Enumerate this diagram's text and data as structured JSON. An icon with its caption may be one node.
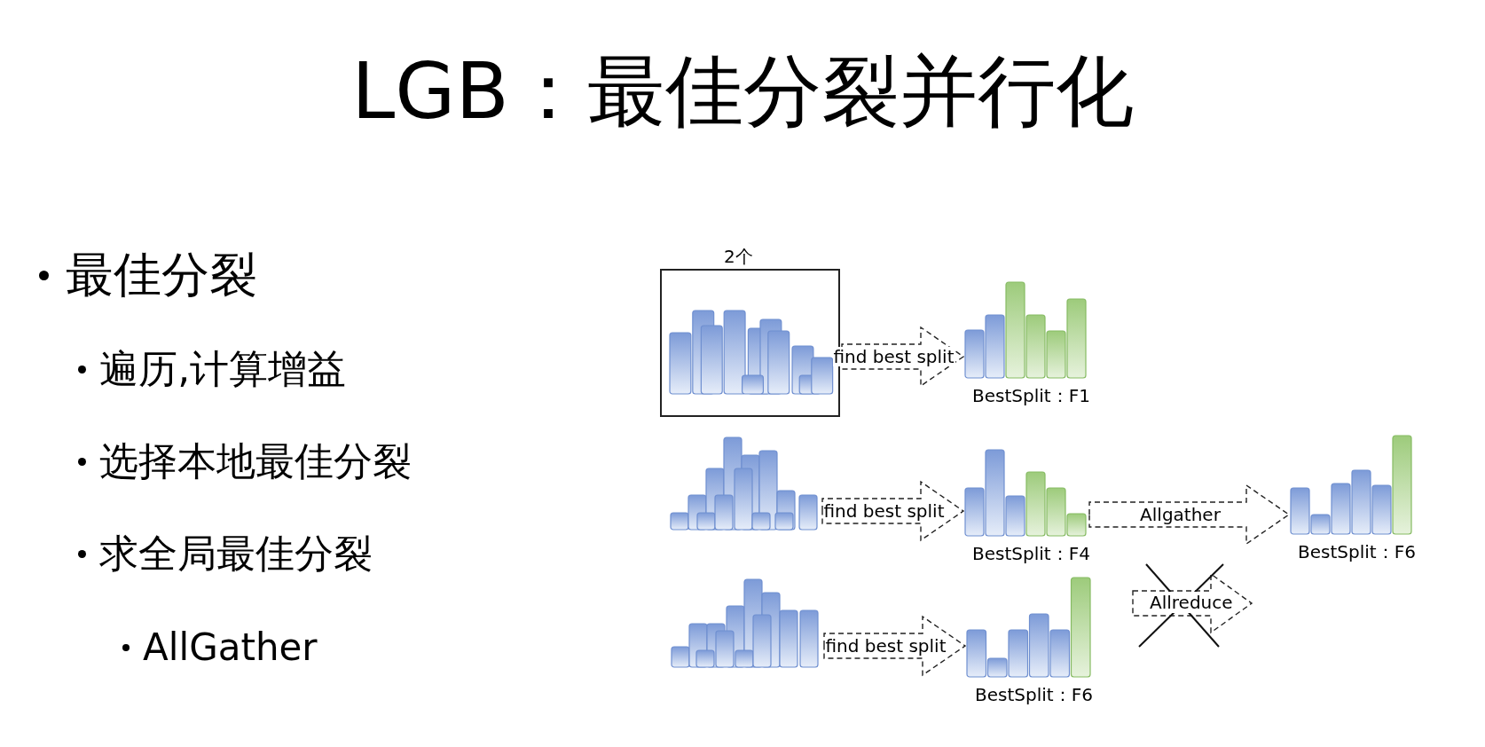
{
  "diagram": {
    "title": "LGB：最佳分裂并行化",
    "nodes": [
      {
        "text": [
          "2个"
        ]
      },
      {
        "text": [],
        "shape": "picture",
        "beside": [
          "BestSplit：F1"
        ]
      },
      {
        "text": [],
        "shape": "picture"
      },
      {
        "text": [],
        "shape": "picture",
        "beside": [
          "BestSplit：F4"
        ]
      },
      {
        "text": [],
        "shape": "picture"
      },
      {
        "text": [],
        "shape": "picture",
        "beside": [
          "BestSplit：F6"
        ]
      },
      {
        "text": [],
        "shape": "picture",
        "beside": [
          "BestSplit：F6"
        ]
      }
    ],
    "edges": [
      {
        "from": 0,
        "to": 1,
        "arrow": "to",
        "label": "find best split",
        "style": "dashed"
      },
      {
        "from": 2,
        "to": 3,
        "arrow": "to",
        "label": "find best split",
        "style": "dashed"
      },
      {
        "from": 4,
        "to": 5,
        "arrow": "to",
        "label": "find best split",
        "style": "dashed"
      },
      {
        "from": 3,
        "to": 6,
        "arrow": "to",
        "label": "Allgather",
        "style": "dashed"
      }
    ],
    "labels": [
      "最佳分裂",
      "遍历,计算增益",
      "选择本地最佳分裂",
      "求全局最佳分裂",
      "AllGather",
      "Allreduce"
    ]
  }
}
